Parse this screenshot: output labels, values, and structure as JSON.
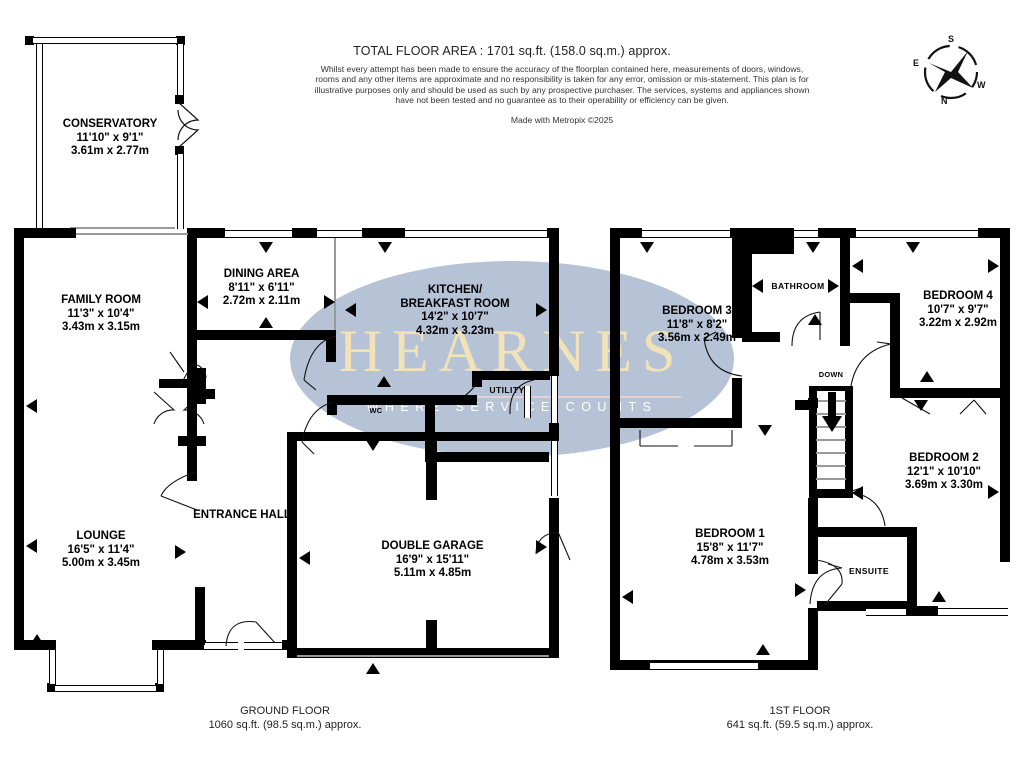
{
  "header": {
    "total_area": "TOTAL FLOOR AREA : 1701 sq.ft. (158.0 sq.m.) approx.",
    "disclaimer": "Whilst every attempt has been made to ensure the accuracy of the floorplan contained here, measurements of doors, windows, rooms and any other items are approximate and no responsibility is taken for any error, omission or mis-statement. This plan is for illustrative purposes only and should be used as such by any prospective purchaser. The services, systems and appliances shown have not been tested and no guarantee as to their operability or efficiency can be given.",
    "made_with": "Made with Metropix ©2025"
  },
  "watermark": {
    "brand": "HEARNES",
    "tagline": "WHERE SERVICE COUNTS",
    "ellipse_color": "#b6c3d6",
    "brand_color": "#f2e2b8",
    "tagline_color": "#ffffff"
  },
  "compass": {
    "top": "S",
    "right": "W",
    "bottom": "N",
    "left": "E"
  },
  "floors": [
    {
      "id": "ground",
      "caption_name": "GROUND FLOOR",
      "caption_area": "1060 sq.ft. (98.5 sq.m.) approx."
    },
    {
      "id": "first",
      "caption_name": "1ST FLOOR",
      "caption_area": "641 sq.ft. (59.5 sq.m.) approx."
    }
  ],
  "rooms": {
    "conservatory": {
      "name": "CONSERVATORY",
      "imperial": "11'10\"  x 9'1\"",
      "metric": "3.61m  x 2.77m"
    },
    "family_room": {
      "name": "FAMILY ROOM",
      "imperial": "11'3\"  x 10'4\"",
      "metric": "3.43m  x 3.15m"
    },
    "dining_area": {
      "name": "DINING AREA",
      "imperial": "8'11\"  x 6'11\"",
      "metric": "2.72m  x 2.11m"
    },
    "kitchen": {
      "name": "KITCHEN/",
      "name2": "BREAKFAST ROOM",
      "imperial": "14'2\"  x 10'7\"",
      "metric": "4.32m  x 3.23m"
    },
    "lounge": {
      "name": "LOUNGE",
      "imperial": "16'5\"  x 11'4\"",
      "metric": "5.00m  x 3.45m"
    },
    "double_garage": {
      "name": "DOUBLE GARAGE",
      "imperial": "16'9\"  x 15'11\"",
      "metric": "5.11m  x 4.85m"
    },
    "entrance_hall": {
      "name": "ENTRANCE HALL"
    },
    "utility": {
      "name": "UTILITY"
    },
    "wc": {
      "name": "WC"
    },
    "bedroom1": {
      "name": "BEDROOM 1",
      "imperial": "15'8\"  x 11'7\"",
      "metric": "4.78m  x 3.53m"
    },
    "bedroom2": {
      "name": "BEDROOM 2",
      "imperial": "12'1\"  x 10'10\"",
      "metric": "3.69m  x 3.30m"
    },
    "bedroom3": {
      "name": "BEDROOM 3",
      "imperial": "11'8\"  x 8'2\"",
      "metric": "3.56m  x 2.49m"
    },
    "bedroom4": {
      "name": "BEDROOM 4",
      "imperial": "10'7\"  x 9'7\"",
      "metric": "3.22m  x 2.92m"
    },
    "bathroom": {
      "name": "BATHROOM"
    },
    "ensuite": {
      "name": "ENSUITE"
    },
    "stairs": {
      "name": "DOWN"
    }
  }
}
